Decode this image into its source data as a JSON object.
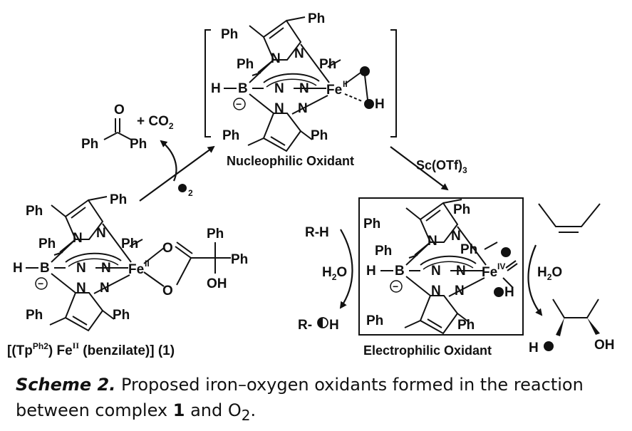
{
  "labels": {
    "ph": "Ph",
    "n": "N",
    "b": "B",
    "hb": "H",
    "fe": "Fe",
    "fe2_ox": "II",
    "fe4_ox": "IV",
    "minus": "−",
    "o": "O",
    "oh": "OH",
    "h": "H",
    "co2_plus": "+ CO",
    "co2_sub": "2",
    "o2_sub": "2",
    "water": "H",
    "water_sub": "2",
    "water_o": "O",
    "sc_reagent": "Sc(OTf)",
    "sc_sub": "3",
    "rh": "R-H",
    "roh_r": "R-",
    "roh_h": "H"
  },
  "complex1_label": {
    "open": "[(Tp",
    "sup": "Ph2",
    "mid": ") Fe",
    "ox": "II",
    "tail": " (benzilate)]  (1)"
  },
  "nucleophilic_label": "Nucleophilic Oxidant",
  "electrophilic_label": "Electrophilic Oxidant",
  "caption": {
    "label": "Scheme 2.",
    "text1": "Proposed iron–oxygen oxidants formed in the reaction between complex ",
    "bold_num": "1",
    "text2": " and O",
    "sub": "2",
    "end": "."
  }
}
